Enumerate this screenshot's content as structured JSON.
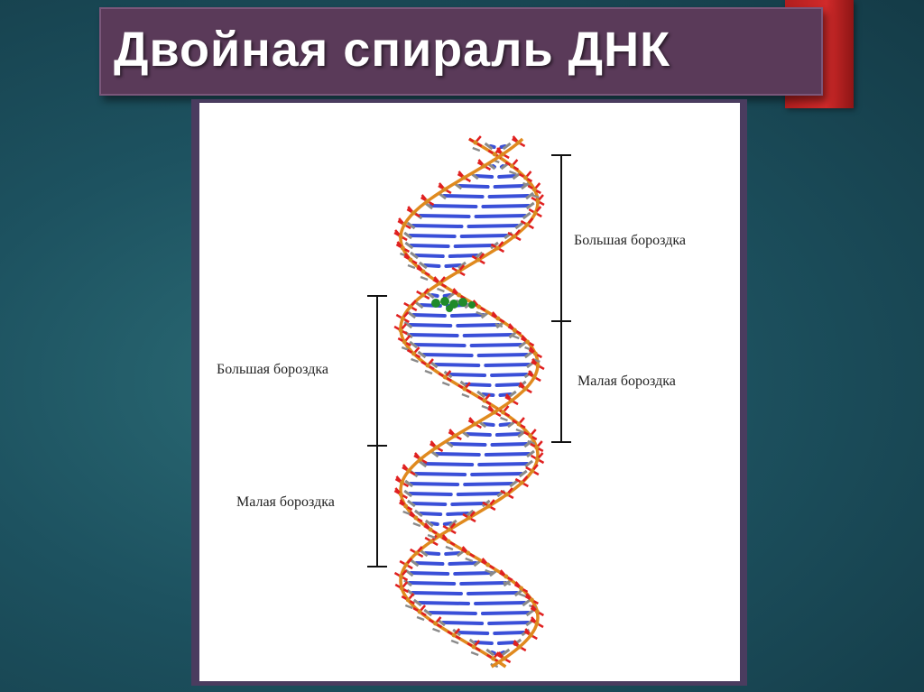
{
  "slide": {
    "title": "Двойная спираль ДНК"
  },
  "figure": {
    "labels": {
      "right_major": "Большая бороздка",
      "right_minor": "Малая бороздка",
      "left_major": "Большая бороздка",
      "left_minor": "Малая бороздка"
    }
  },
  "colors": {
    "background": "#1d5260",
    "title_bar": "#5a3a59",
    "accent": "#c62525",
    "backbone": "#e08a1e",
    "oxygen": "#e02020",
    "base_blue": "#3a4fd8",
    "carbon": "#8a8a8a",
    "ligand": "#1f8a2a"
  }
}
